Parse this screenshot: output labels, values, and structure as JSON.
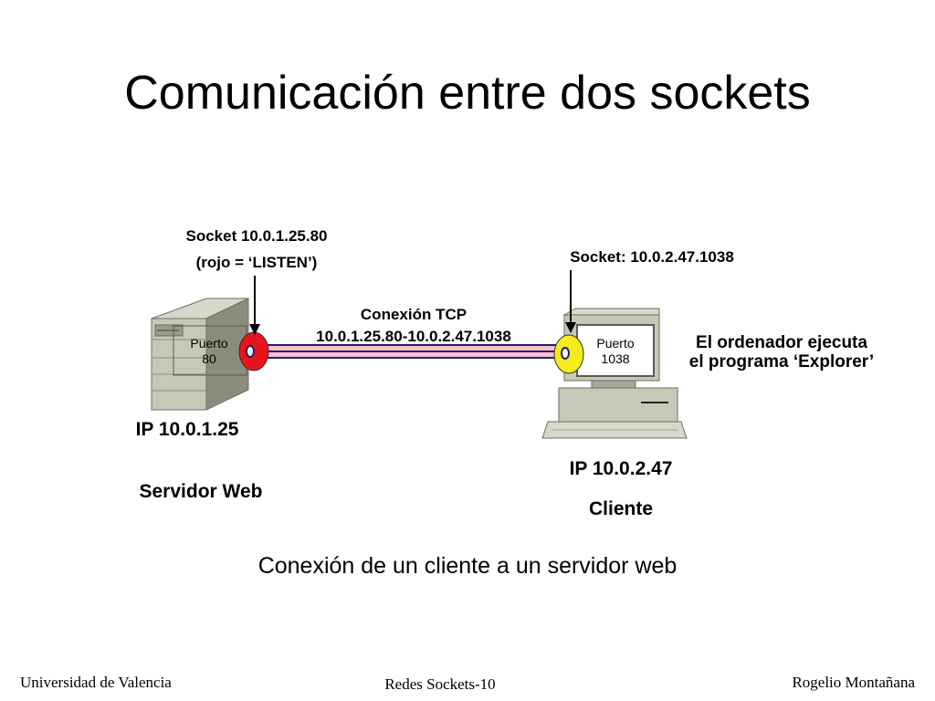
{
  "slide": {
    "title": "Comunicación entre dos sockets",
    "caption": "Conexión de un cliente a un servidor web"
  },
  "server": {
    "socket_line1": "Socket  10.0.1.25.80",
    "socket_line2": "(rojo =  ‘LISTEN’)",
    "port_line1": "Puerto",
    "port_line2": "80",
    "ip": "IP 10.0.1.25",
    "name": "Servidor Web",
    "socket_color": "#e8141c"
  },
  "connection": {
    "line1": "Conexión TCP",
    "line2": "10.0.1.25.80-10.0.2.47.1038"
  },
  "client": {
    "socket": "Socket:  10.0.2.47.1038",
    "port_line1": "Puerto",
    "port_line2": "1038",
    "program_line1": "El ordenador ejecuta",
    "program_line2": "el programa ‘Explorer’",
    "ip": "IP 10.0.2.47",
    "name": "Cliente",
    "socket_color": "#f6ec1c"
  },
  "footer": {
    "left": "Universidad de Valencia",
    "center": "Redes Sockets-10",
    "right": "Rogelio Montañana"
  }
}
